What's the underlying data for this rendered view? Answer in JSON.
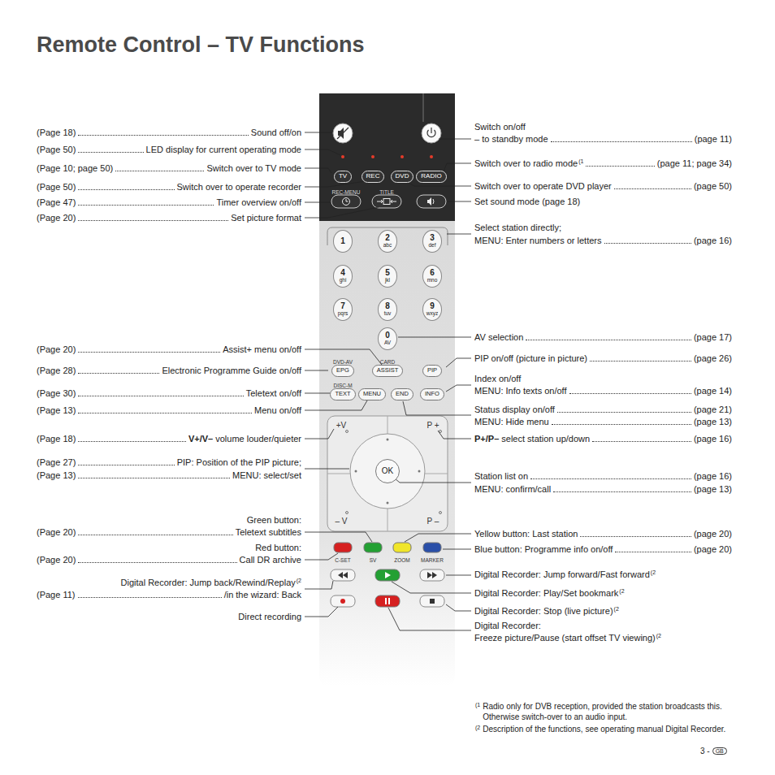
{
  "diagram": {
    "title": "Remote Control – TV Functions",
    "nodes": [
      {
        "text": [
          "TV"
        ]
      },
      {
        "text": [
          "REC"
        ]
      },
      {
        "text": [
          "DVD"
        ]
      },
      {
        "text": [
          "RADIO"
        ]
      },
      {
        "text": [
          "1"
        ]
      },
      {
        "text": [
          "2",
          "abc"
        ]
      },
      {
        "text": [
          "3",
          "def"
        ]
      },
      {
        "text": [
          "4",
          "ghi"
        ]
      },
      {
        "text": [
          "5",
          "jkl"
        ]
      },
      {
        "text": [
          "6",
          "mno"
        ]
      },
      {
        "text": [
          "7",
          "pqrs"
        ]
      },
      {
        "text": [
          "8",
          "tuv"
        ]
      },
      {
        "text": [
          "9",
          "wxyz"
        ]
      },
      {
        "text": [
          "0",
          "AV"
        ]
      },
      {
        "text": [
          "EPG"
        ]
      },
      {
        "text": [
          "ASSIST"
        ]
      },
      {
        "text": [
          "PIP"
        ]
      },
      {
        "text": [
          "TEXT"
        ]
      },
      {
        "text": [
          "MENU"
        ]
      },
      {
        "text": [
          "END"
        ]
      },
      {
        "text": [
          "INFO"
        ]
      },
      {
        "text": [
          "OK"
        ]
      }
    ],
    "labels": [
      "(Page 18)",
      "Sound off/on",
      "(Page 50)",
      "LED display for current operating mode",
      "(Page 10; page 50)",
      "Switch over to TV mode",
      "(Page 50)",
      "Switch over to operate recorder",
      "(Page 47)",
      "Timer overview on/off",
      "(Page 20)",
      "Set picture format",
      "(Page 20)",
      "Assist+ menu on/off",
      "(Page 28)",
      "Electronic Programme Guide on/off",
      "(Page 30)",
      "Teletext on/off",
      "(Page 13)",
      "Menu on/off",
      "(Page 18)",
      "V+/V–",
      "volume louder/quieter",
      "(Page 27)",
      "PIP: Position of the PIP picture;",
      "(Page 13)",
      "MENU: select/set",
      "Green button:",
      "(Page 20)",
      "Teletext subtitles",
      "Red button:",
      "(Page 20)",
      "Call DR archive",
      "Digital Recorder: Jump back/Rewind/Replay",
      "(2",
      "(Page 11)",
      "/in the wizard: Back",
      "Direct recording",
      "Switch on/off",
      "– to standby mode",
      "(page 11)",
      "Switch over to radio mode",
      "(1",
      "(page 11; page 34)",
      "Switch over to operate DVD player",
      "(page 50)",
      "Set sound mode (page 18)",
      "Select station directly;",
      "MENU: Enter numbers or letters",
      "(page 16)",
      "AV selection",
      "(page 17)",
      "PIP on/off (picture in picture)",
      "(page 26)",
      "Index on/off",
      "MENU: Info texts on/off",
      "(page 14)",
      "Status display on/off",
      "(page 21)",
      "MENU: Hide menu",
      "(page 13)",
      "P+/P–",
      "select station up/down",
      "(page 16)",
      "Station list on",
      "(page 16)",
      "MENU: confirm/call",
      "(page 13)",
      "Yellow button: Last station",
      "(page 20)",
      "Blue button: Programme info on/off",
      "(page 20)",
      "Digital Recorder: Jump forward/Fast forward",
      "(2",
      "Digital Recorder: Play/Set bookmark",
      "(2",
      "Digital Recorder: Stop (live picture)",
      "(2",
      "Digital Recorder:",
      "Freeze picture/Pause (start offset TV viewing)",
      "(2",
      "(1",
      "Radio only for DVB reception, provided the station broadcasts this. Otherwise switch-over to an audio input.",
      "(2",
      "Description of the functions, see operating manual Digital Recorder.",
      "3 -",
      "GB",
      "REC-MENU",
      "TITLE",
      "DVD-AV",
      "CARD",
      "DISC-M",
      "+V",
      "P +",
      "– V",
      "P –",
      "C-SET",
      "SV",
      "ZOOM",
      "MARKER"
    ]
  }
}
